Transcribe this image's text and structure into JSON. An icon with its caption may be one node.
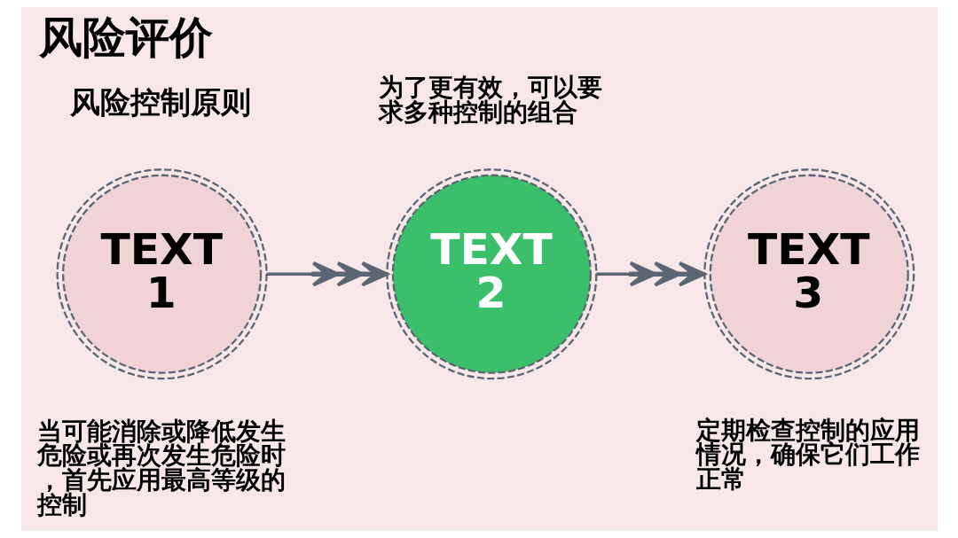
{
  "diagram": {
    "title": "风险评价",
    "nodes": [
      {
        "text": [
          "TEXT 1"
        ],
        "beside": [
          "当可能消除或降低发生危险或再次发生危险时，首先应用最高等级的控制"
        ]
      },
      {
        "text": [
          "TEXT 2"
        ],
        "beside": [
          "为了更有效，可以要求多种控制的组合"
        ]
      },
      {
        "text": [
          "TEXT 3"
        ],
        "beside": [
          "定期检查控制的应用情况，确保它们工作正常"
        ]
      }
    ],
    "edges": [
      {
        "from": 0,
        "to": 1,
        "arrow": "to"
      },
      {
        "from": 1,
        "to": 2,
        "arrow": "to"
      }
    ],
    "labels": [
      "风险控制原则"
    ]
  }
}
